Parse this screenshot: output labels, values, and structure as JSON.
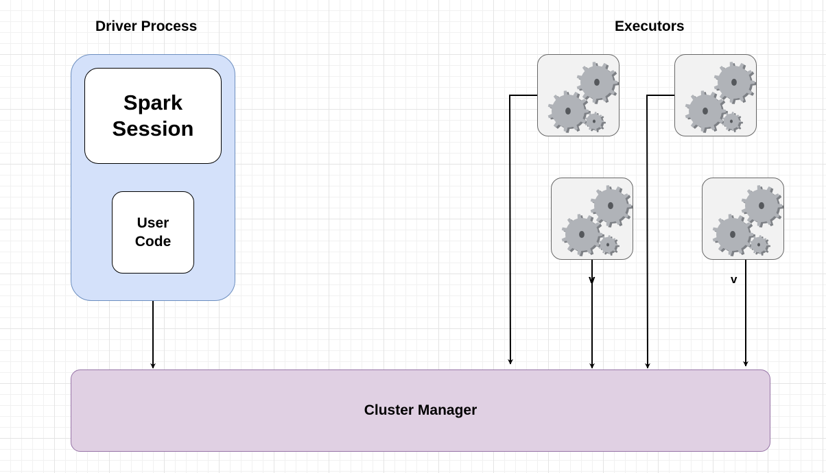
{
  "driver": {
    "title": "Driver Process",
    "spark_session": [
      "Spark",
      "Session"
    ],
    "user_code": [
      "User",
      "Code"
    ]
  },
  "executors": {
    "title": "Executors",
    "count": 4,
    "icon": "gears-icon",
    "edge_labels": [
      "v",
      "v"
    ]
  },
  "cluster_manager": {
    "label": "Cluster Manager"
  },
  "colors": {
    "driver_fill": "#d4e1fa",
    "driver_stroke": "#6c8ebf",
    "cluster_fill": "#e0d0e3",
    "cluster_stroke": "#9673a6",
    "executor_fill": "#f2f2f2",
    "gear": "#b0b3b8"
  }
}
